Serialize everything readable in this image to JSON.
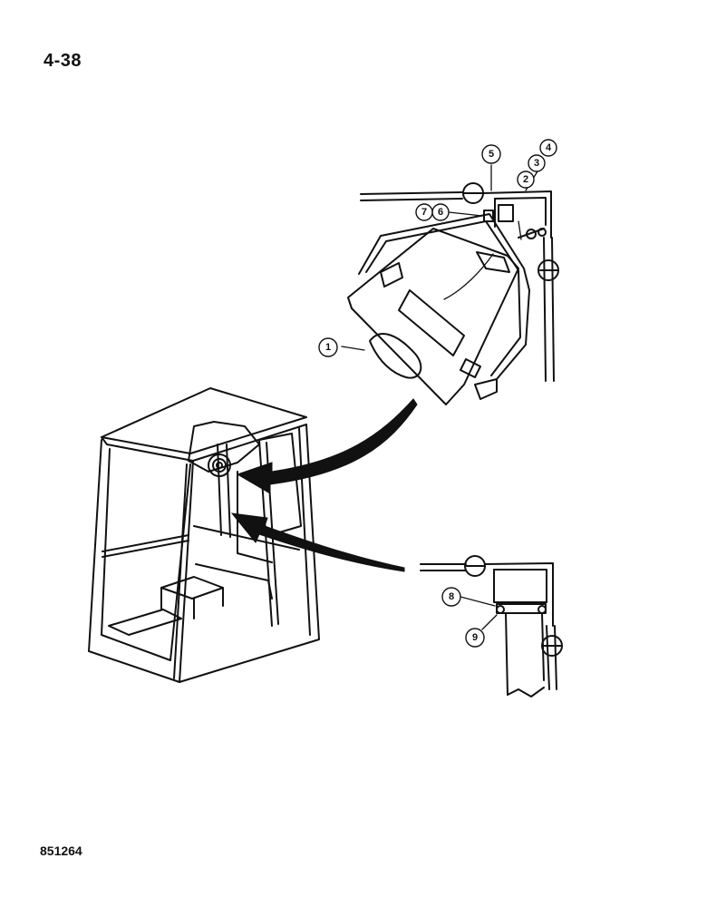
{
  "page": {
    "number": "4-38",
    "drawing_id": "851264"
  },
  "callouts": [
    {
      "id": "c1",
      "label": "1"
    },
    {
      "id": "c2",
      "label": "2"
    },
    {
      "id": "c3",
      "label": "3"
    },
    {
      "id": "c4",
      "label": "4"
    },
    {
      "id": "c5",
      "label": "5"
    },
    {
      "id": "c6",
      "label": "6"
    },
    {
      "id": "c7",
      "label": "7"
    },
    {
      "id": "c8",
      "label": "8"
    },
    {
      "id": "c9",
      "label": "9"
    }
  ]
}
